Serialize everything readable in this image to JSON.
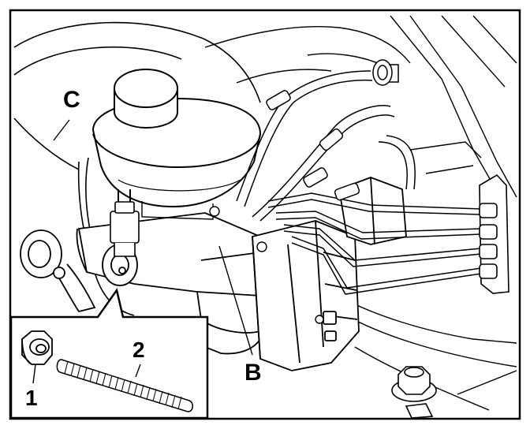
{
  "labels": {
    "c": "C",
    "b": "B",
    "part_1": "1",
    "part_2": "2"
  },
  "colors": {
    "line": "#000000",
    "background": "#ffffff"
  }
}
